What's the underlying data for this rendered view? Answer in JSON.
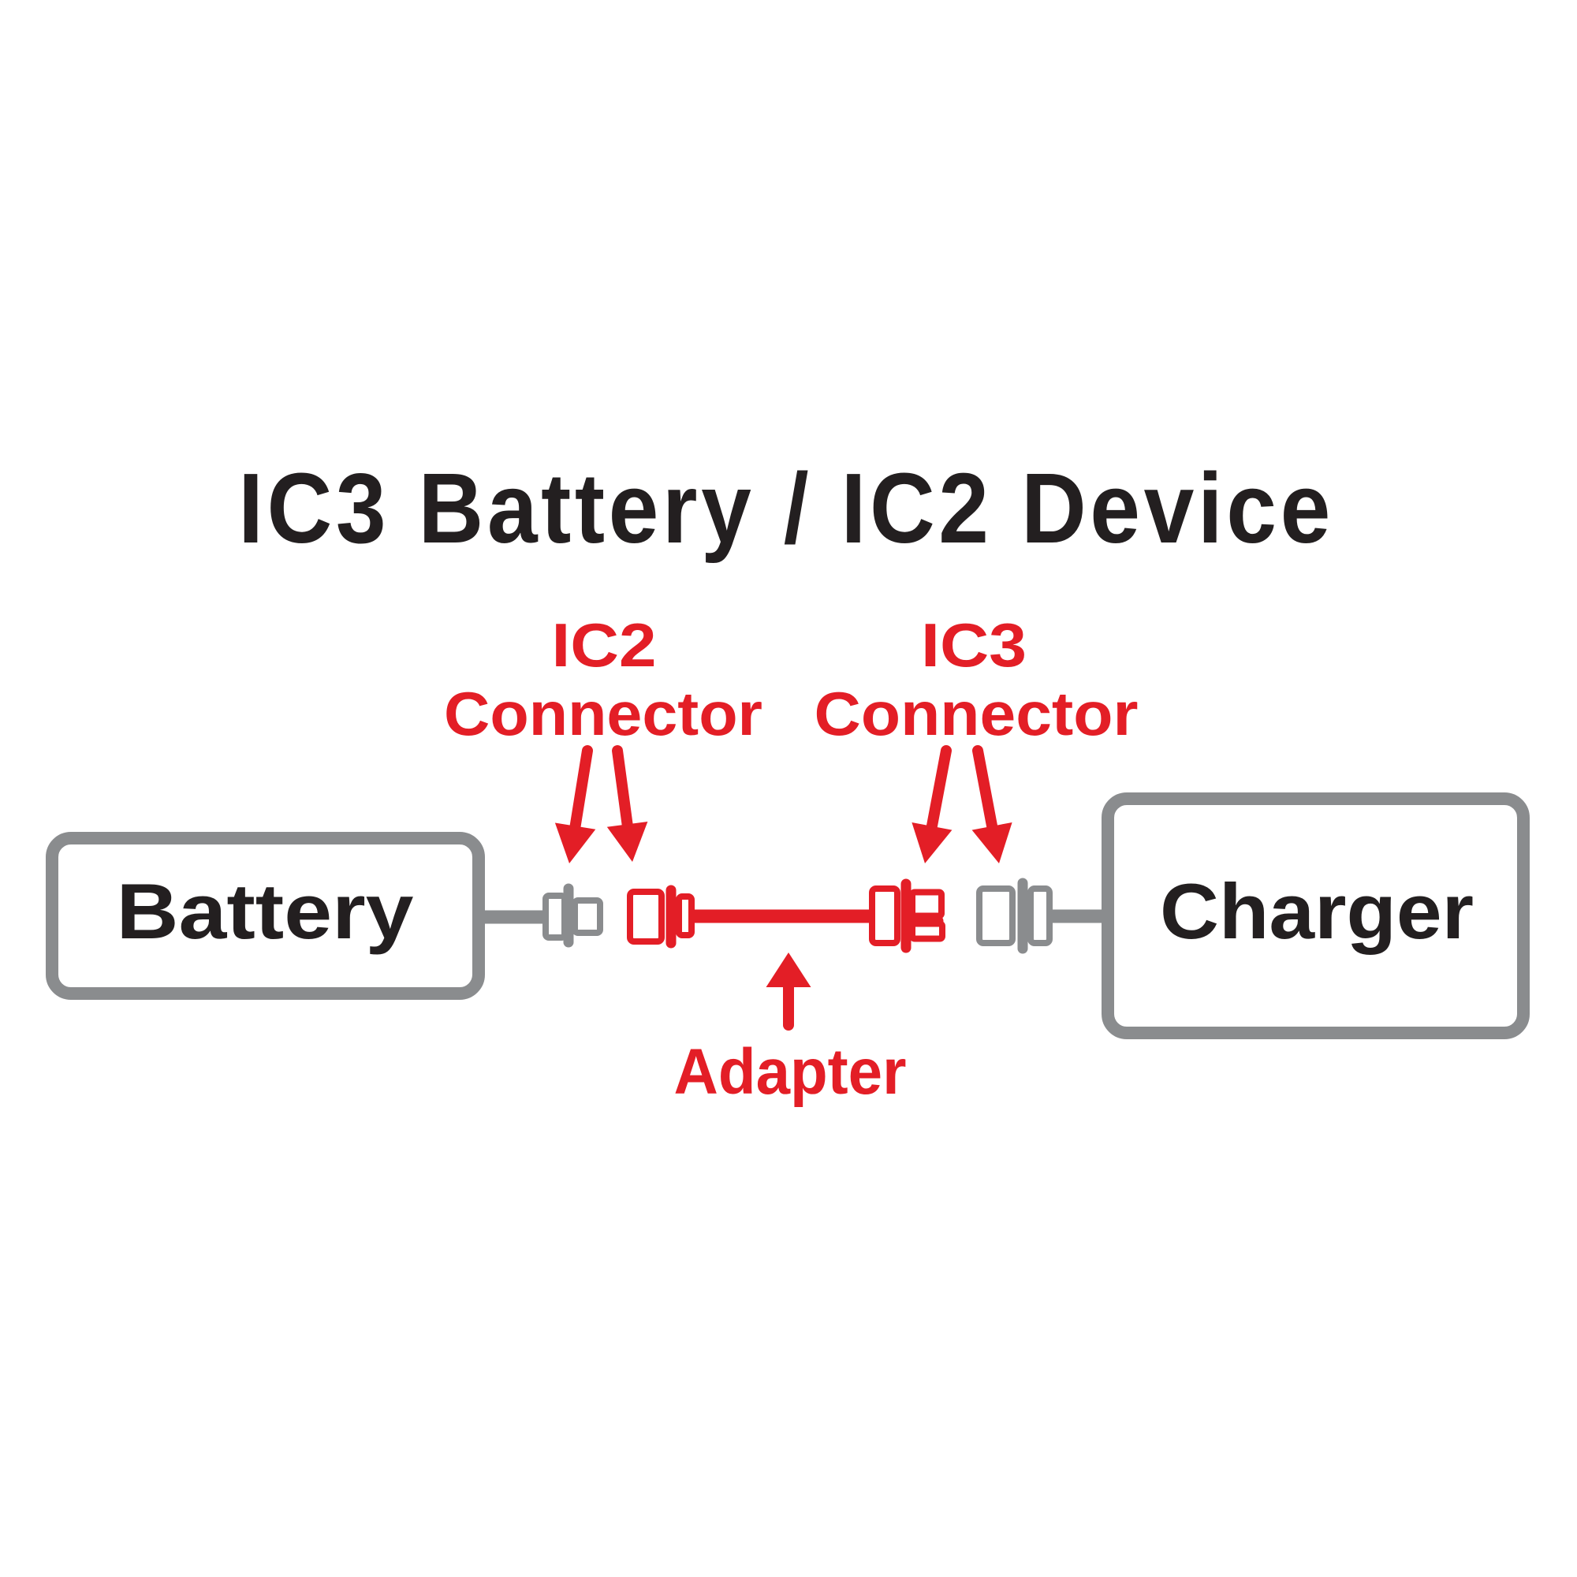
{
  "diagram": {
    "title": "IC3 Battery / IC2 Device",
    "labels": {
      "ic2": {
        "line1": "IC2",
        "line2": "Connector"
      },
      "ic3": {
        "line1": "IC3",
        "line2": "Connector"
      },
      "adapter": "Adapter"
    },
    "nodes": {
      "battery": "Battery",
      "charger": "Charger"
    },
    "colors": {
      "red": "#E31E26",
      "gray": "#8A8C8E",
      "dark": "#231F20",
      "background": "#FFFFFF"
    }
  }
}
